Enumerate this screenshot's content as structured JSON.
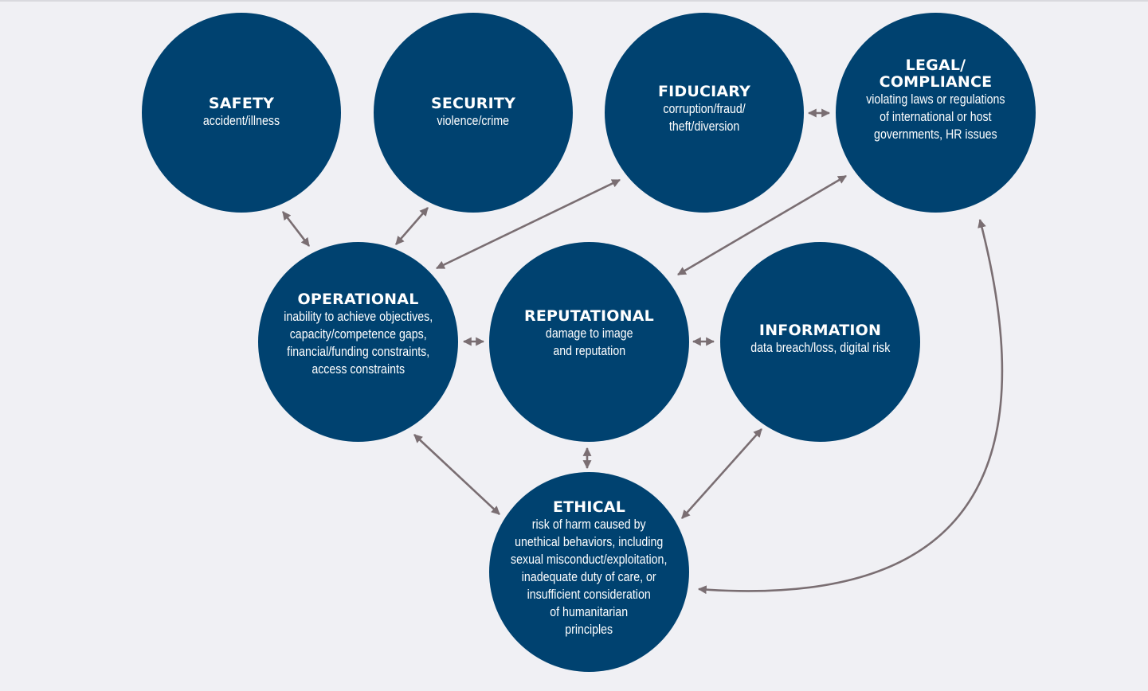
{
  "colors": {
    "background": "#f0f0f4",
    "circle_fill": "#004270",
    "circle_text": "#ffffff",
    "arrow": "#7a6e72"
  },
  "nodes": {
    "safety": {
      "title": "SAFETY",
      "desc": "accident/illness"
    },
    "security": {
      "title": "SECURITY",
      "desc": "violence/crime"
    },
    "fiduciary": {
      "title": "FIDUCIARY",
      "desc": "corruption/fraud/\ntheft/diversion"
    },
    "legal": {
      "title": "LEGAL/\nCOMPLIANCE",
      "desc": "violating laws or regulations\nof international or host\ngovernments, HR issues"
    },
    "operational": {
      "title": "OPERATIONAL",
      "desc": "inability to achieve objectives,\ncapacity/competence gaps,\nfinancial/funding constraints,\naccess constraints"
    },
    "reputational": {
      "title": "REPUTATIONAL",
      "desc": "damage to image\nand reputation"
    },
    "information": {
      "title": "INFORMATION",
      "desc": "data breach/loss, digital risk"
    },
    "ethical": {
      "title": "ETHICAL",
      "desc": "risk of harm caused by\nunethical behaviors, including\nsexual misconduct/exploitation,\ninadequate duty of care, or\ninsufficient consideration\nof humanitarian\nprinciples"
    }
  },
  "connections": [
    {
      "from": "safety",
      "to": "operational",
      "icon": "double-arrow"
    },
    {
      "from": "security",
      "to": "operational",
      "icon": "double-arrow"
    },
    {
      "from": "fiduciary",
      "to": "operational",
      "icon": "double-arrow"
    },
    {
      "from": "fiduciary",
      "to": "legal",
      "icon": "double-arrow"
    },
    {
      "from": "legal",
      "to": "reputational",
      "icon": "double-arrow"
    },
    {
      "from": "operational",
      "to": "reputational",
      "icon": "double-arrow"
    },
    {
      "from": "reputational",
      "to": "information",
      "icon": "double-arrow"
    },
    {
      "from": "operational",
      "to": "ethical",
      "icon": "double-arrow"
    },
    {
      "from": "reputational",
      "to": "ethical",
      "icon": "double-arrow"
    },
    {
      "from": "information",
      "to": "ethical",
      "icon": "double-arrow"
    },
    {
      "from": "legal",
      "to": "ethical",
      "icon": "curved-double-arrow"
    }
  ]
}
